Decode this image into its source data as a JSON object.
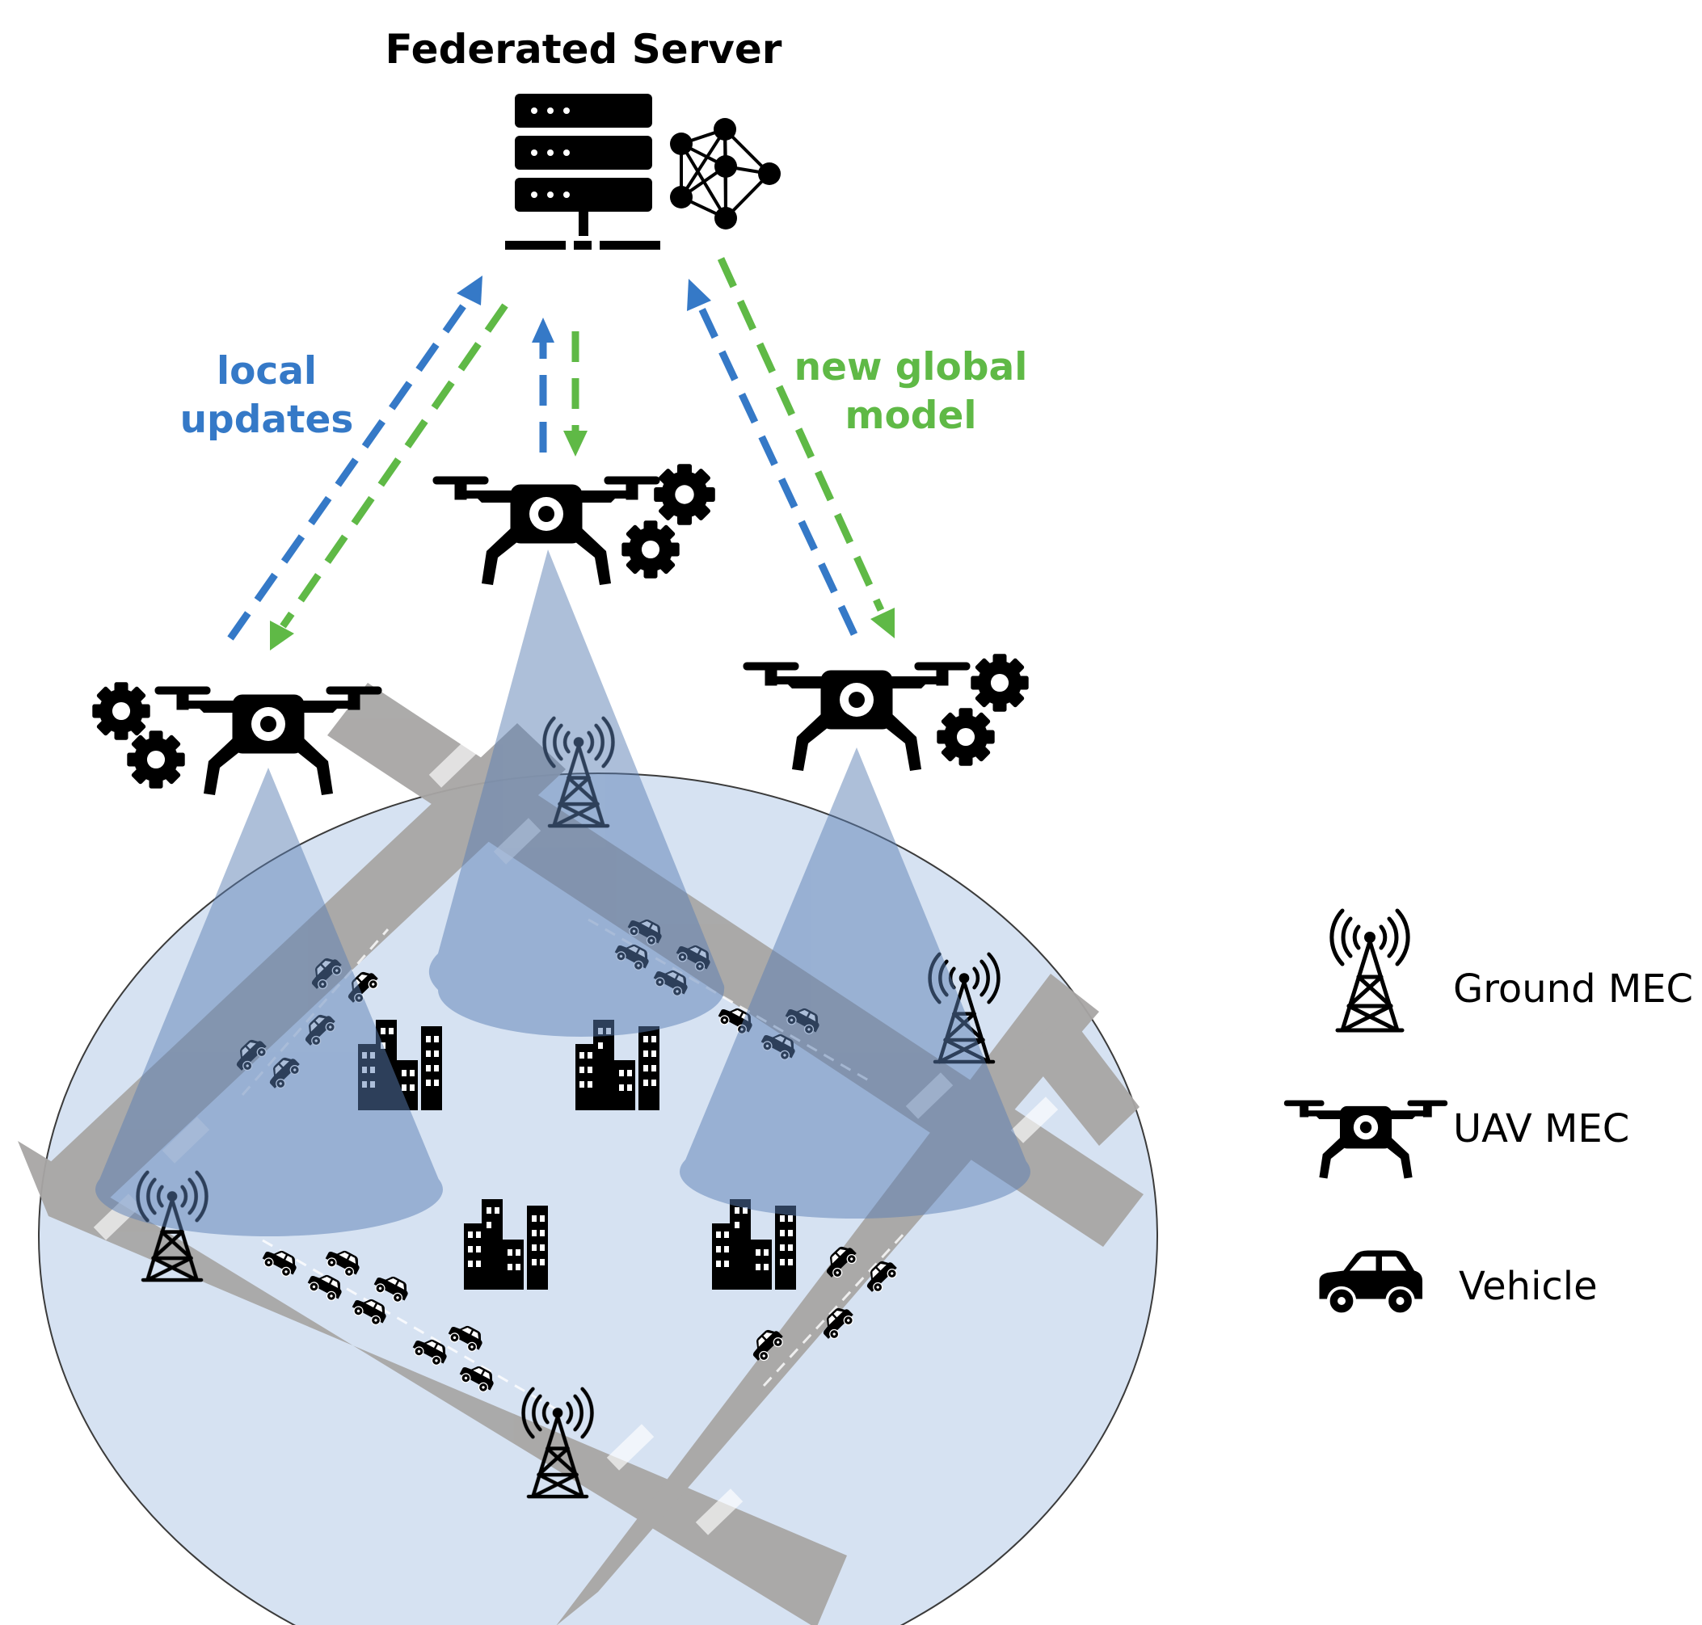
{
  "server": {
    "title": "Federated Server"
  },
  "arrows": {
    "local_updates": [
      "local",
      "updates"
    ],
    "global_model": [
      "new global",
      "model"
    ]
  },
  "legend": {
    "ground_mec": "Ground MEC",
    "uav_mec": "UAV MEC",
    "vehicle": "Vehicle"
  },
  "colors": {
    "upload_arrow": "#3579c7",
    "download_arrow": "#5fb946",
    "area": "#d6e2f2",
    "road": "#a8a6a5",
    "coverage_cone": "#5b7fb4"
  },
  "icons": {
    "server": "server-rack-icon",
    "model": "neural-network-icon",
    "uav": "drone-icon",
    "gear": "gear-icon",
    "tower": "cell-tower-icon",
    "vehicle": "car-icon",
    "building": "building-icon"
  }
}
